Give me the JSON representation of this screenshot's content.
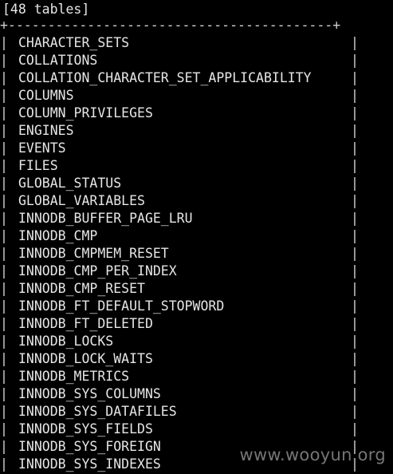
{
  "summary": "[48 tables]",
  "border_top": "+-----------------------------------------+",
  "pipe": "|",
  "tables": [
    "CHARACTER_SETS",
    "COLLATIONS",
    "COLLATION_CHARACTER_SET_APPLICABILITY",
    "COLUMNS",
    "COLUMN_PRIVILEGES",
    "ENGINES",
    "EVENTS",
    "FILES",
    "GLOBAL_STATUS",
    "GLOBAL_VARIABLES",
    "INNODB_BUFFER_PAGE_LRU",
    "INNODB_CMP",
    "INNODB_CMPMEM_RESET",
    "INNODB_CMP_PER_INDEX",
    "INNODB_CMP_RESET",
    "INNODB_FT_DEFAULT_STOPWORD",
    "INNODB_FT_DELETED",
    "INNODB_LOCKS",
    "INNODB_LOCK_WAITS",
    "INNODB_METRICS",
    "INNODB_SYS_COLUMNS",
    "INNODB_SYS_DATAFILES",
    "INNODB_SYS_FIELDS",
    "INNODB_SYS_FOREIGN",
    "INNODB_SYS_INDEXES"
  ],
  "watermark": "www.wooyun.org",
  "colors": {
    "background": "#000000",
    "text": "#e6e6e6",
    "border": "#d0d0d0",
    "watermark": "#8a8a8a"
  }
}
